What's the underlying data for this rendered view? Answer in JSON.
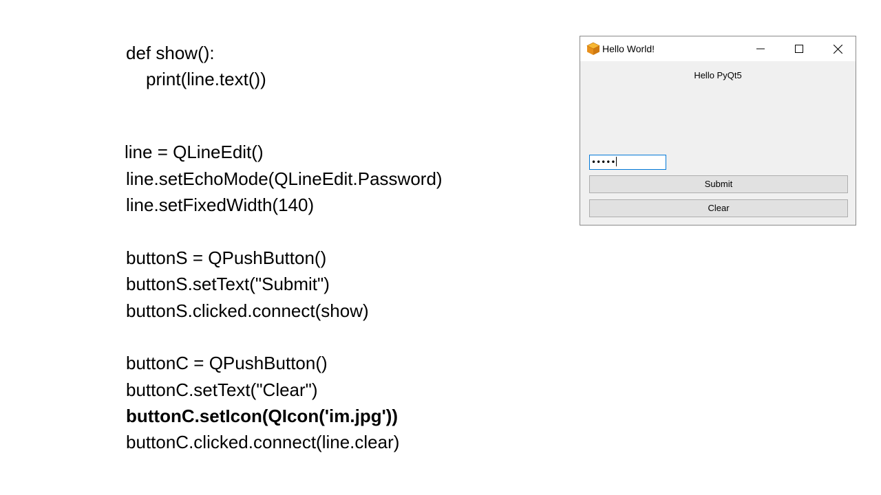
{
  "code": {
    "line1": "def show():",
    "line2": "print(line.text())",
    "line3": "line = QLineEdit()",
    "line4": "line.setEchoMode(QLineEdit.Password)",
    "line5": "line.setFixedWidth(140)",
    "line6": "buttonS = QPushButton()",
    "line7": "buttonS.setText(\"Submit\")",
    "line8": "buttonS.clicked.connect(show)",
    "line9": "buttonC = QPushButton()",
    "line10": "buttonC.setText(\"Clear\")",
    "line11": "buttonC.setIcon(QIcon('im.jpg'))",
    "line12": "buttonC.clicked.connect(line.clear)"
  },
  "window": {
    "title": "Hello World!",
    "label": "Hello PyQt5",
    "password_value": "•••••",
    "submit_label": "Submit",
    "clear_label": "Clear",
    "app_icon": "box-icon",
    "accent_color": "#0078d7"
  }
}
